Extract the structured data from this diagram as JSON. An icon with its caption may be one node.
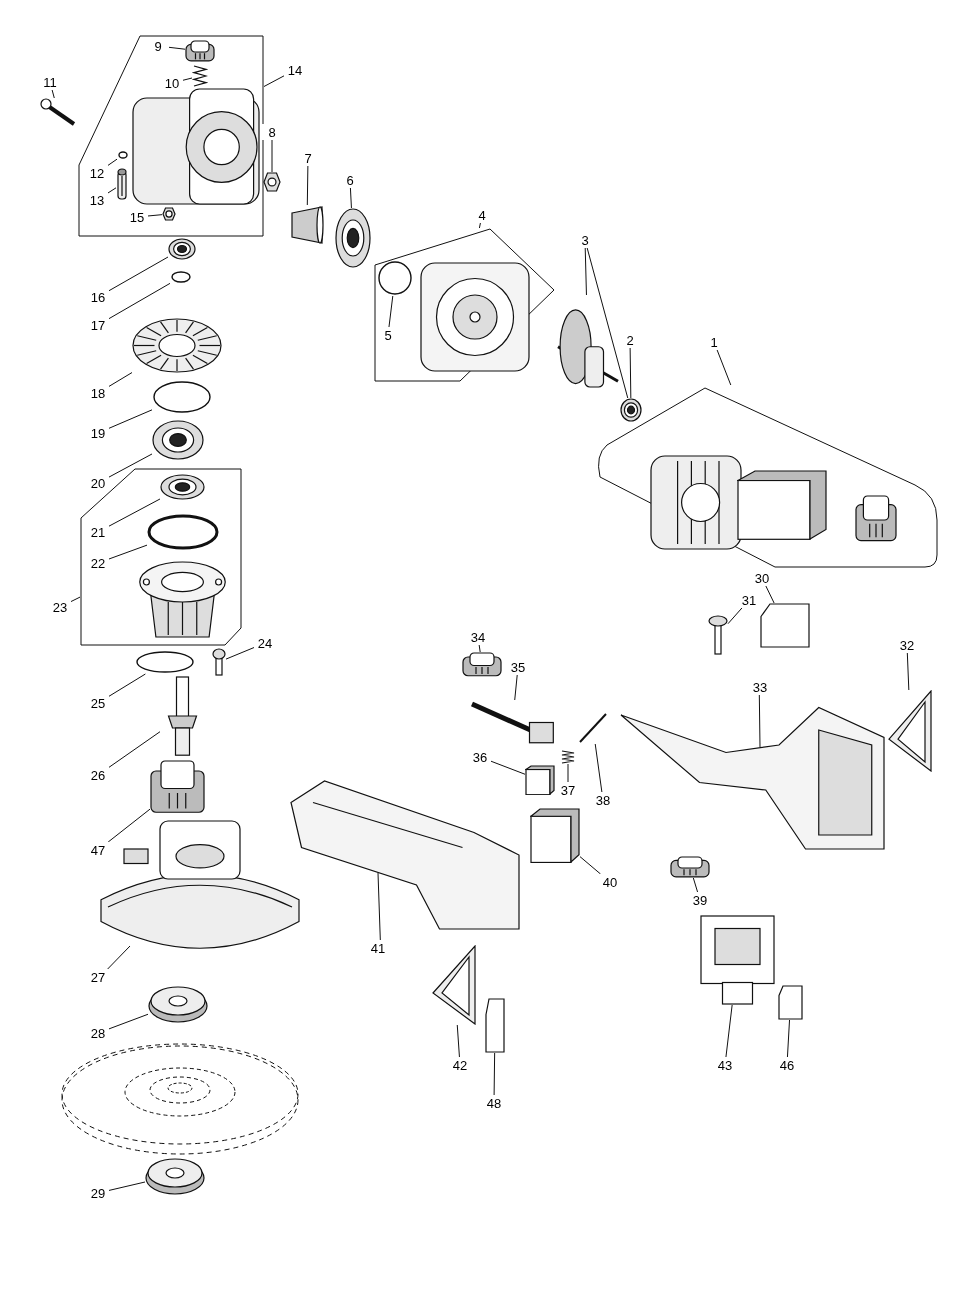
{
  "diagram": {
    "nodes": [
      {
        "text": [],
        "shape": "box"
      },
      {
        "text": [
          "9"
        ],
        "in": 0
      },
      {
        "text": [],
        "shape": "picture",
        "in": 0
      },
      {
        "text": [
          "10"
        ],
        "in": 0
      },
      {
        "text": [],
        "shape": "picture",
        "in": 0
      },
      {
        "text": [
          "12"
        ],
        "in": 0
      },
      {
        "text": [],
        "shape": "circle",
        "in": 0
      },
      {
        "text": [
          "13"
        ],
        "in": 0
      },
      {
        "text": [],
        "shape": "picture",
        "in": 0
      },
      {
        "text": [
          "15"
        ],
        "in": 0
      },
      {
        "text": [],
        "shape": "picture",
        "in": 0
      },
      {
        "text": [],
        "shape": "picture",
        "in": 0
      },
      {
        "text": [
          "14"
        ]
      },
      {
        "text": [
          "11"
        ]
      },
      {
        "text": [],
        "shape": "picture"
      },
      {
        "text": [
          "8"
        ]
      },
      {
        "text": [],
        "shape": "picture"
      },
      {
        "text": [
          "7"
        ]
      },
      {
        "text": [],
        "shape": "picture"
      },
      {
        "text": [
          "6"
        ]
      },
      {
        "text": [],
        "shape": "picture"
      },
      {
        "text": [],
        "shape": "box"
      },
      {
        "text": [
          "4"
        ]
      },
      {
        "text": [
          "5"
        ],
        "in": 21
      },
      {
        "text": [],
        "shape": "circle",
        "in": 21
      },
      {
        "text": [],
        "shape": "picture",
        "in": 21
      },
      {
        "text": [
          "3"
        ]
      },
      {
        "text": [],
        "shape": "picture"
      },
      {
        "text": [
          "2"
        ]
      },
      {
        "text": [],
        "shape": "picture"
      },
      {
        "text": [],
        "shape": "box"
      },
      {
        "text": [
          "1"
        ]
      },
      {
        "text": [],
        "shape": "picture",
        "in": 30
      },
      {
        "text": [],
        "shape": "picture",
        "in": 30
      },
      {
        "text": [],
        "shape": "picture",
        "in": 30
      },
      {
        "text": [
          "16"
        ]
      },
      {
        "text": [],
        "shape": "picture"
      },
      {
        "text": [
          "17"
        ]
      },
      {
        "text": [],
        "shape": "circle"
      },
      {
        "text": [
          "18"
        ]
      },
      {
        "text": [],
        "shape": "picture"
      },
      {
        "text": [
          "19"
        ]
      },
      {
        "text": [],
        "shape": "circle"
      },
      {
        "text": [
          "20"
        ]
      },
      {
        "text": [],
        "shape": "picture"
      },
      {
        "text": [],
        "shape": "box"
      },
      {
        "text": [
          "21"
        ],
        "in": 45
      },
      {
        "text": [],
        "shape": "picture",
        "in": 45
      },
      {
        "text": [
          "22"
        ],
        "in": 45
      },
      {
        "text": [],
        "shape": "circle",
        "in": 45
      },
      {
        "text": [],
        "shape": "picture",
        "in": 45
      },
      {
        "text": [
          "23"
        ]
      },
      {
        "text": [
          "24"
        ]
      },
      {
        "text": [],
        "shape": "picture"
      },
      {
        "text": [
          "25"
        ]
      },
      {
        "text": [],
        "shape": "circle"
      },
      {
        "text": [
          "26"
        ]
      },
      {
        "text": [],
        "shape": "picture"
      },
      {
        "text": [
          "47"
        ]
      },
      {
        "text": [],
        "shape": "picture"
      },
      {
        "text": [
          "27"
        ]
      },
      {
        "text": [],
        "shape": "picture"
      },
      {
        "text": [
          "28"
        ]
      },
      {
        "text": [],
        "shape": "picture"
      },
      {
        "text": [
          "29"
        ]
      },
      {
        "text": [],
        "shape": "picture"
      },
      {
        "text": [
          "30"
        ]
      },
      {
        "text": [],
        "shape": "box"
      },
      {
        "text": [
          "31"
        ]
      },
      {
        "text": [],
        "shape": "picture"
      },
      {
        "text": [
          "32"
        ]
      },
      {
        "text": [],
        "shape": "picture"
      },
      {
        "text": [
          "33"
        ]
      },
      {
        "text": [],
        "shape": "picture"
      },
      {
        "text": [
          "34"
        ]
      },
      {
        "text": [],
        "shape": "picture"
      },
      {
        "text": [
          "35"
        ]
      },
      {
        "text": [],
        "shape": "picture"
      },
      {
        "text": [
          "36"
        ]
      },
      {
        "text": [],
        "shape": "picture"
      },
      {
        "text": [
          "37"
        ]
      },
      {
        "text": [],
        "shape": "picture"
      },
      {
        "text": [
          "38"
        ]
      },
      {
        "text": [],
        "shape": "picture"
      },
      {
        "text": [
          "39"
        ]
      },
      {
        "text": [],
        "shape": "picture"
      },
      {
        "text": [
          "40"
        ]
      },
      {
        "text": [],
        "shape": "picture"
      },
      {
        "text": [
          "41"
        ]
      },
      {
        "text": [],
        "shape": "picture"
      },
      {
        "text": [
          "42"
        ]
      },
      {
        "text": [],
        "shape": "picture"
      },
      {
        "text": [
          "48"
        ]
      },
      {
        "text": [],
        "shape": "box"
      },
      {
        "text": [
          "43"
        ]
      },
      {
        "text": [],
        "shape": "picture"
      },
      {
        "text": [
          "46"
        ]
      },
      {
        "text": [],
        "shape": "box"
      }
    ],
    "edges": [
      {
        "from": 1,
        "to": 2,
        "arrow": "none"
      },
      {
        "from": 3,
        "to": 4,
        "arrow": "none"
      },
      {
        "from": 5,
        "to": 6,
        "arrow": "none"
      },
      {
        "from": 7,
        "to": 8,
        "arrow": "none"
      },
      {
        "from": 9,
        "to": 10,
        "arrow": "none"
      },
      {
        "from": 12,
        "to": 0,
        "arrow": "none"
      },
      {
        "from": 13,
        "to": 14,
        "arrow": "none"
      },
      {
        "from": 15,
        "to": 16,
        "arrow": "none"
      },
      {
        "from": 17,
        "to": 18,
        "arrow": "none"
      },
      {
        "from": 19,
        "to": 20,
        "arrow": "none"
      },
      {
        "from": 22,
        "to": 21,
        "arrow": "none"
      },
      {
        "from": 23,
        "to": 24,
        "arrow": "none"
      },
      {
        "from": 26,
        "to": 27,
        "arrow": "none"
      },
      {
        "from": 26,
        "to": 29,
        "arrow": "none"
      },
      {
        "from": 28,
        "to": 29,
        "arrow": "none"
      },
      {
        "from": 31,
        "to": 30,
        "arrow": "none"
      },
      {
        "from": 35,
        "to": 36,
        "arrow": "none"
      },
      {
        "from": 37,
        "to": 38,
        "arrow": "none"
      },
      {
        "from": 39,
        "to": 40,
        "arrow": "none"
      },
      {
        "from": 41,
        "to": 42,
        "arrow": "none"
      },
      {
        "from": 43,
        "to": 44,
        "arrow": "none"
      },
      {
        "from": 51,
        "to": 45,
        "arrow": "none"
      },
      {
        "from": 46,
        "to": 47,
        "arrow": "none"
      },
      {
        "from": 48,
        "to": 49,
        "arrow": "none"
      },
      {
        "from": 52,
        "to": 53,
        "arrow": "none"
      },
      {
        "from": 54,
        "to": 55,
        "arrow": "none"
      },
      {
        "from": 56,
        "to": 57,
        "arrow": "none"
      },
      {
        "from": 58,
        "to": 59,
        "arrow": "none"
      },
      {
        "from": 60,
        "to": 61,
        "arrow": "none"
      },
      {
        "from": 62,
        "to": 63,
        "arrow": "none"
      },
      {
        "from": 64,
        "to": 65,
        "arrow": "none"
      },
      {
        "from": 66,
        "to": 67,
        "arrow": "none"
      },
      {
        "from": 68,
        "to": 69,
        "arrow": "none"
      },
      {
        "from": 70,
        "to": 71,
        "arrow": "none"
      },
      {
        "from": 72,
        "to": 73,
        "arrow": "none"
      },
      {
        "from": 74,
        "to": 75,
        "arrow": "none"
      },
      {
        "from": 76,
        "to": 77,
        "arrow": "none"
      },
      {
        "from": 78,
        "to": 79,
        "arrow": "none"
      },
      {
        "from": 80,
        "to": 81,
        "arrow": "none"
      },
      {
        "from": 82,
        "to": 83,
        "arrow": "none"
      },
      {
        "from": 84,
        "to": 85,
        "arrow": "none"
      },
      {
        "from": 86,
        "to": 87,
        "arrow": "none"
      },
      {
        "from": 88,
        "to": 89,
        "arrow": "none"
      },
      {
        "from": 90,
        "to": 91,
        "arrow": "none"
      },
      {
        "from": 92,
        "to": 93,
        "arrow": "none"
      },
      {
        "from": 94,
        "to": 95,
        "arrow": "none"
      },
      {
        "from": 96,
        "to": 97,
        "arrow": "none"
      }
    ]
  }
}
